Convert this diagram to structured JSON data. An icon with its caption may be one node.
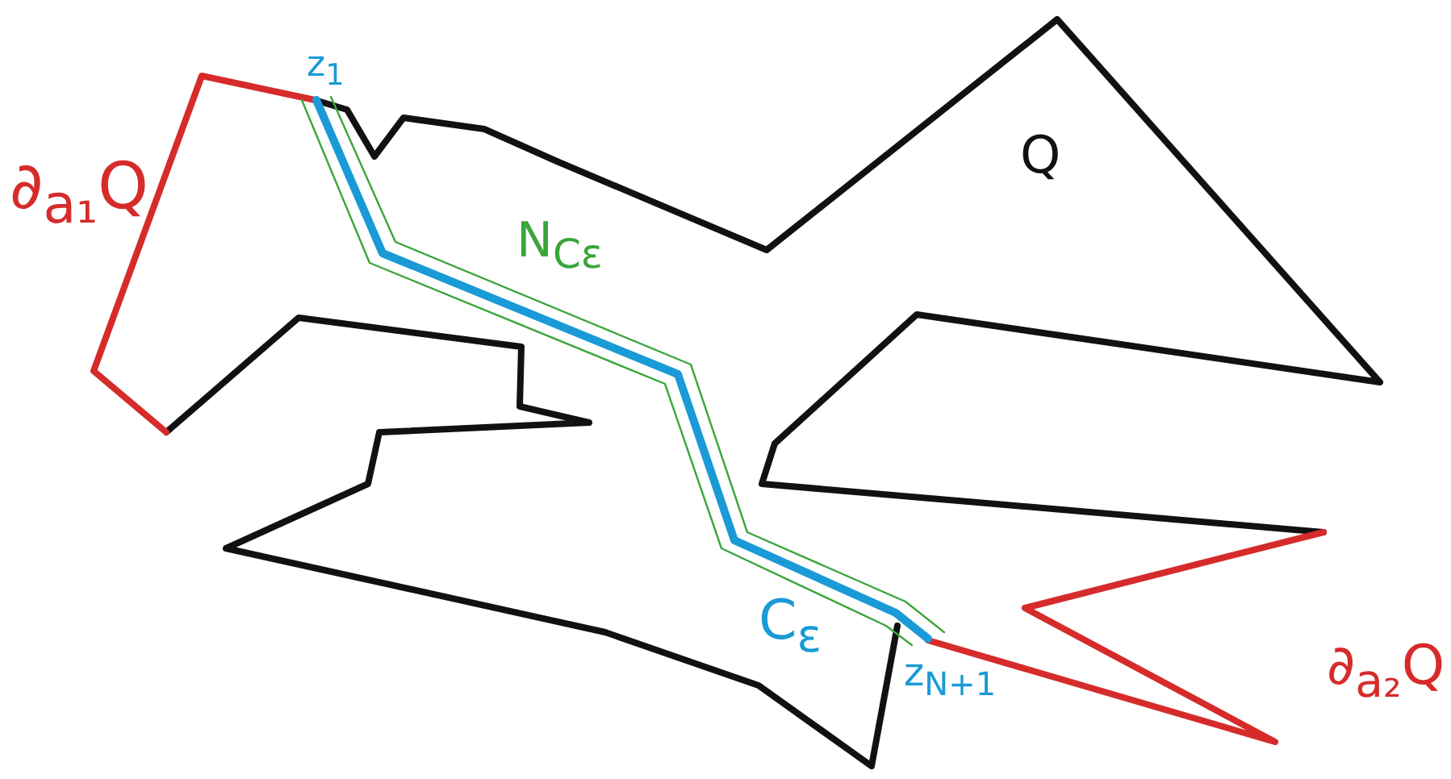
{
  "diagram": {
    "labels": [
      "z$_{1}$",
      "Q",
      "∂$_{a₁}$Q",
      "N$_{Cε}$",
      "C$_{ε}$",
      "z$_{N+1}$",
      "∂$_{a₂}$Q"
    ]
  }
}
